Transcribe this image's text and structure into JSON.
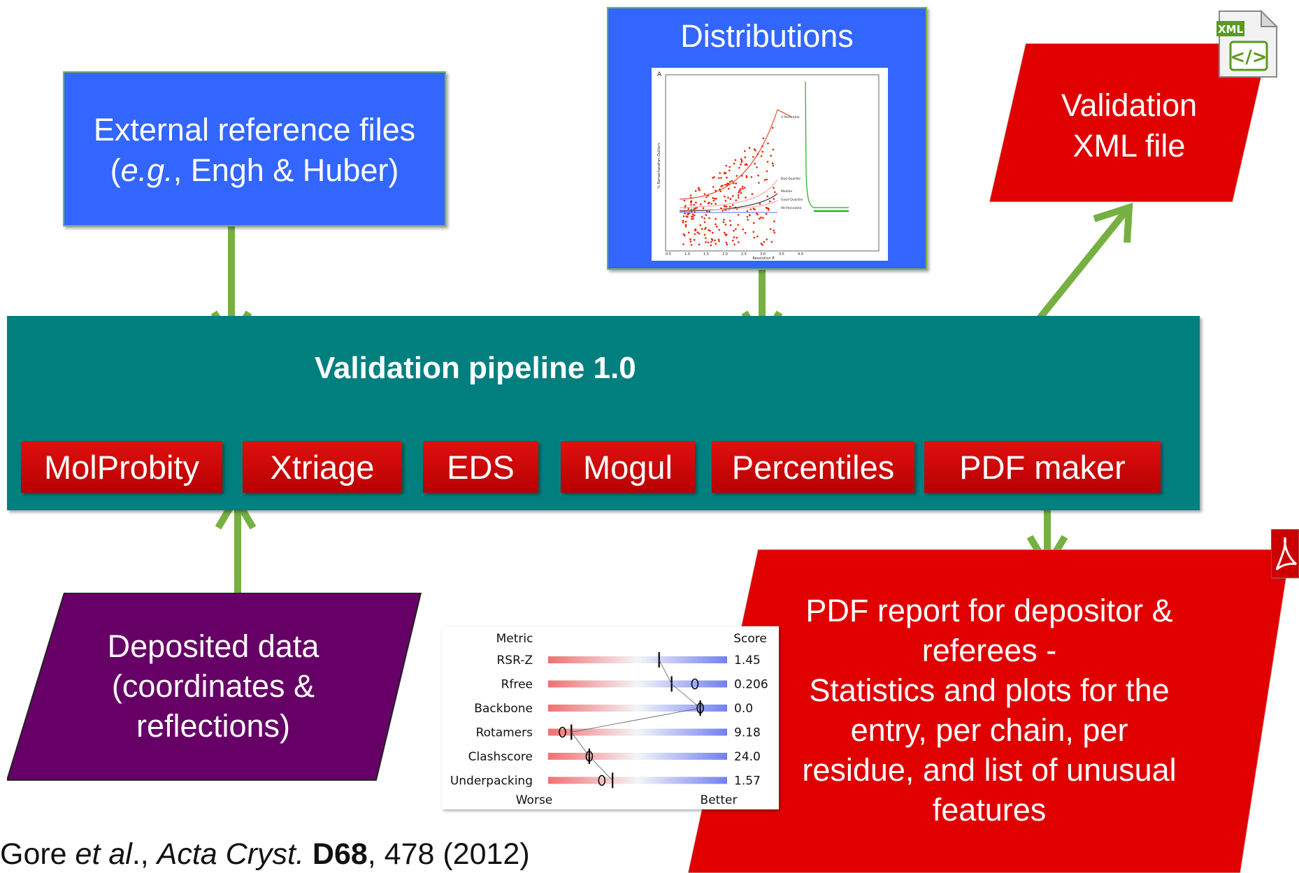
{
  "external_box": {
    "line1": "External reference files",
    "line2_prefix": "(",
    "line2_italic": "e.g.",
    "line2_suffix": ", Engh & Huber)"
  },
  "distributions": {
    "title": "Distributions",
    "plot": {
      "panel_label": "A",
      "ylabel": "% Ramachandran Outliers",
      "xlabel": "Resolution Å",
      "x_ticks": [
        "0.5",
        "1.0",
        "1.5",
        "2.0",
        "2.5",
        "3.0",
        "3.5",
        "4.0"
      ],
      "curve_labels": [
        "1 Percentile",
        "Bad Quartile",
        "Median",
        "Good Quartile",
        "99 Percentile"
      ]
    }
  },
  "xml_output": {
    "line1": "Validation",
    "line2": "XML file",
    "icon_badge": "XML",
    "icon_symbol": "</>"
  },
  "pipeline": {
    "title": "Validation pipeline 1.0",
    "tools": [
      "MolProbity",
      "Xtriage",
      "EDS",
      "Mogul",
      "Percentiles",
      "PDF maker"
    ]
  },
  "deposited": {
    "line1": "Deposited data",
    "line2": "(coordinates &",
    "line3": "reflections)"
  },
  "slider_chart": {
    "header_metric": "Metric",
    "header_score": "Score",
    "footer_worse": "Worse",
    "footer_better": "Better",
    "rows": [
      {
        "metric": "RSR-Z",
        "score": "1.45"
      },
      {
        "metric": "Rfree",
        "score": "0.206"
      },
      {
        "metric": "Backbone",
        "score": "0.0"
      },
      {
        "metric": "Rotamers",
        "score": "9.18"
      },
      {
        "metric": "Clashscore",
        "score": "24.0"
      },
      {
        "metric": "Underpacking",
        "score": "1.57"
      }
    ]
  },
  "pdf_output": {
    "lines": [
      "PDF report for depositor &",
      "referees -",
      "Statistics and plots for the",
      "entry, per chain, per",
      "residue, and list of unusual",
      "features"
    ]
  },
  "citation": {
    "author": "Gore ",
    "etal": "et al",
    "sep1": "., ",
    "journal": "Acta Cryst.",
    "sep2": " ",
    "volume": "D68",
    "rest": ", 478 (2012)"
  },
  "colors": {
    "blue": "#3366ff",
    "teal": "#007f7f",
    "red": "#e00000",
    "purple": "#660066",
    "arrow_green": "#77b042"
  }
}
